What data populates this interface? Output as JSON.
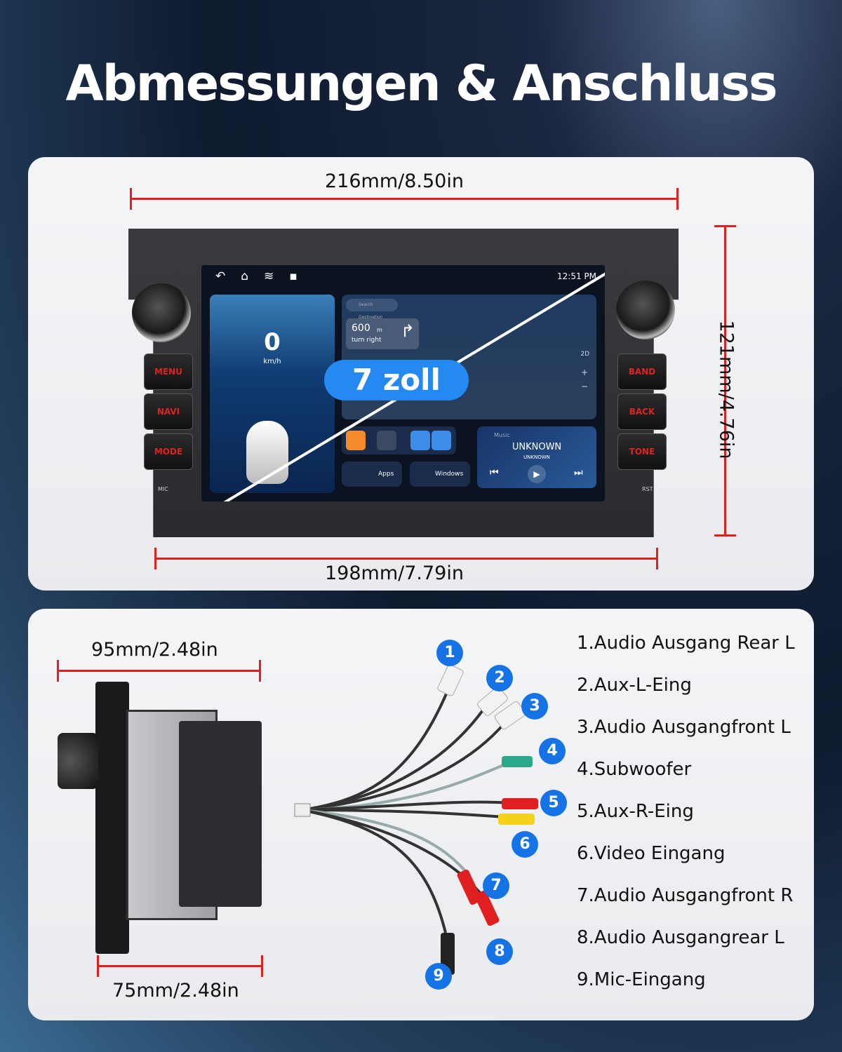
{
  "title": "Abmessungen & Anschluss",
  "front": {
    "width_top": "216mm/8.50in",
    "width_bottom": "198mm/7.79in",
    "height": "121mm/4.76in",
    "left_buttons": [
      "MENU",
      "NAVI",
      "MODE"
    ],
    "right_buttons": [
      "BAND",
      "BACK",
      "TONE"
    ],
    "mic_label": "MIC",
    "rst_label": "RST",
    "screen": {
      "time": "12:51 PM",
      "speed": "0",
      "speed_unit": "km/h",
      "search_placeholder": "Search Destination",
      "distance": "600",
      "distance_unit": "m",
      "direction": "turn right",
      "map_mode": "2D",
      "zoom_in": "+",
      "zoom_out": "−",
      "apps_label": "Apps",
      "windows_label": "Windows",
      "music_label": "Music",
      "track": "UNKNOWN",
      "artist": "UNKNOWN"
    },
    "size_badge": "7 zoll"
  },
  "side": {
    "depth_top": "95mm/2.48in",
    "depth_bottom": "75mm/2.48in"
  },
  "connectors": [
    {
      "n": "1",
      "label": "1.Audio Ausgang Rear L"
    },
    {
      "n": "2",
      "label": "2.Aux-L-Eing"
    },
    {
      "n": "3",
      "label": "3.Audio Ausgangfront L"
    },
    {
      "n": "4",
      "label": "4.Subwoofer"
    },
    {
      "n": "5",
      "label": "5.Aux-R-Eing"
    },
    {
      "n": "6",
      "label": "6.Video Eingang"
    },
    {
      "n": "7",
      "label": "7.Audio Ausgangfront R"
    },
    {
      "n": "8",
      "label": "8.Audio Ausgangrear L"
    },
    {
      "n": "9",
      "label": "9.Mic-Eingang"
    }
  ],
  "colors": {
    "accent": "#1673e6",
    "dimension": "#e02020"
  }
}
